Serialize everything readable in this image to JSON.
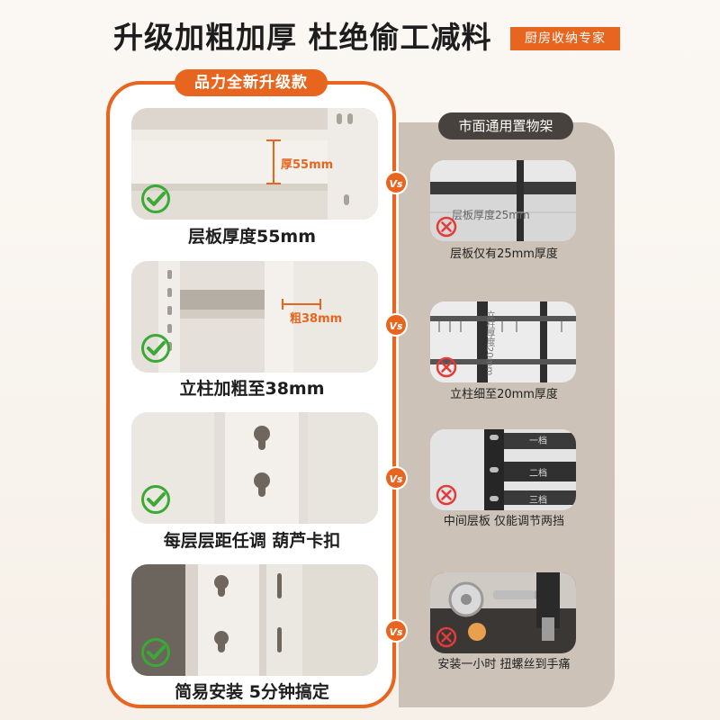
{
  "header": {
    "headline": "升级加粗加厚 杜绝偷工减料",
    "badge": "厨房收纳专家"
  },
  "left": {
    "tag": "品力全新升级款",
    "items": [
      {
        "caption": "层板厚度55mm",
        "overlay": "厚55mm"
      },
      {
        "caption": "立柱加粗至38mm",
        "overlay": "粗38mm"
      },
      {
        "caption": "每层层距任调 葫芦卡扣"
      },
      {
        "caption": "简易安装 5分钟搞定"
      }
    ]
  },
  "right": {
    "tag": "市面通用置物架",
    "vs_label": "Vs",
    "items": [
      {
        "caption": "层板仅有25mm厚度",
        "overlay": "层板厚度25mm"
      },
      {
        "caption": "立柱细至20mm厚度",
        "overlay": "立柱厚度20mm"
      },
      {
        "caption": "中间层板 仅能调节两挡",
        "levels": [
          "一档",
          "二档",
          "三档"
        ]
      },
      {
        "caption": "安装一小时 扭螺丝到手痛"
      }
    ]
  },
  "colors": {
    "accent": "#e8651f",
    "check": "#3aa935",
    "cross": "#e23b3b",
    "right_panel": "#ccc2b7",
    "dark_tag": "#47423d"
  },
  "icons": {
    "pass": "check-circle-icon",
    "fail": "cross-circle-icon"
  }
}
